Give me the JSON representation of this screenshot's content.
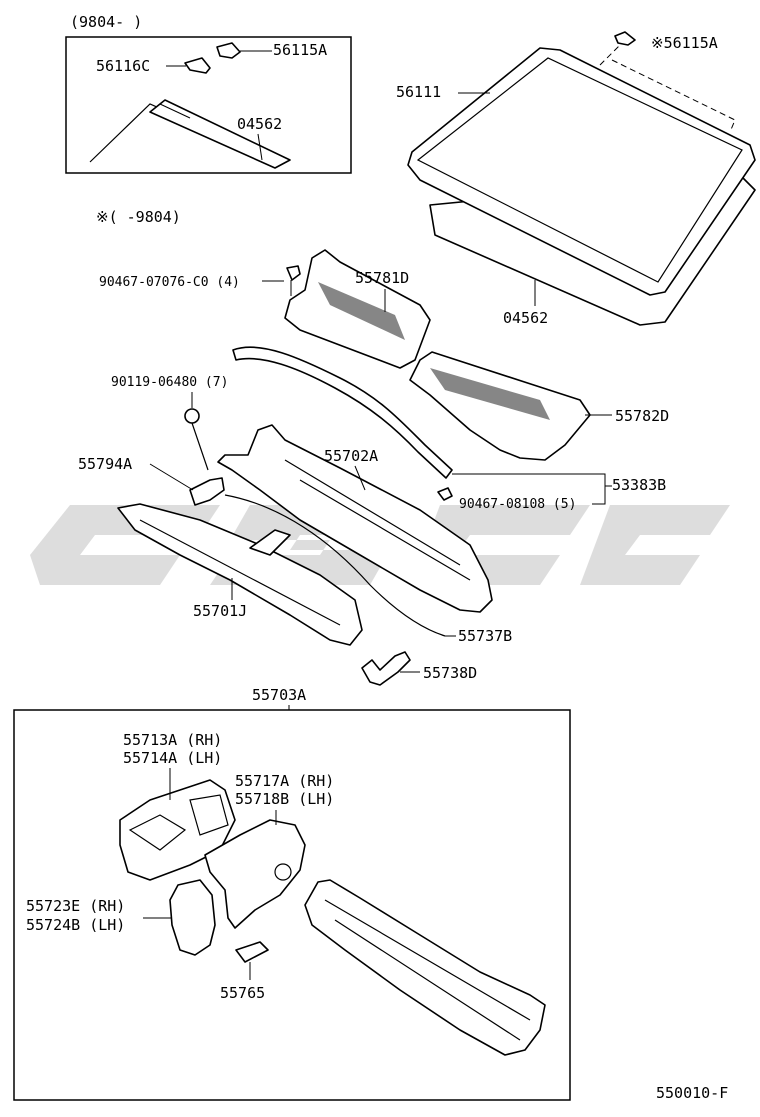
{
  "inset": {
    "range_label": "(9804-     )",
    "parts": [
      "56116C",
      "56115A",
      "04562"
    ]
  },
  "note_range": "※(     -9804)",
  "labels": {
    "p56115A_note": "※56115A",
    "p56111": "56111",
    "p04562": "04562",
    "p90467_07076": "90467-07076-C0 (4)",
    "p55781D": "55781D",
    "p90119_06480": "90119-06480 (7)",
    "p55782D": "55782D",
    "p55794A": "55794A",
    "p55702A": "55702A",
    "p53383B": "53383B",
    "p90467_08108": "90467-08108 (5)",
    "p55701J": "55701J",
    "p55737B": "55737B",
    "p55738D": "55738D",
    "p55703A": "55703A",
    "p55713A": "55713A (RH)",
    "p55714A": "55714A (LH)",
    "p55717A": "55717A (RH)",
    "p55718B": "55718B (LH)",
    "p55723E": "55723E (RH)",
    "p55724B": "55724B (LH)",
    "p55765": "55765"
  },
  "footer_code": "550010-F"
}
